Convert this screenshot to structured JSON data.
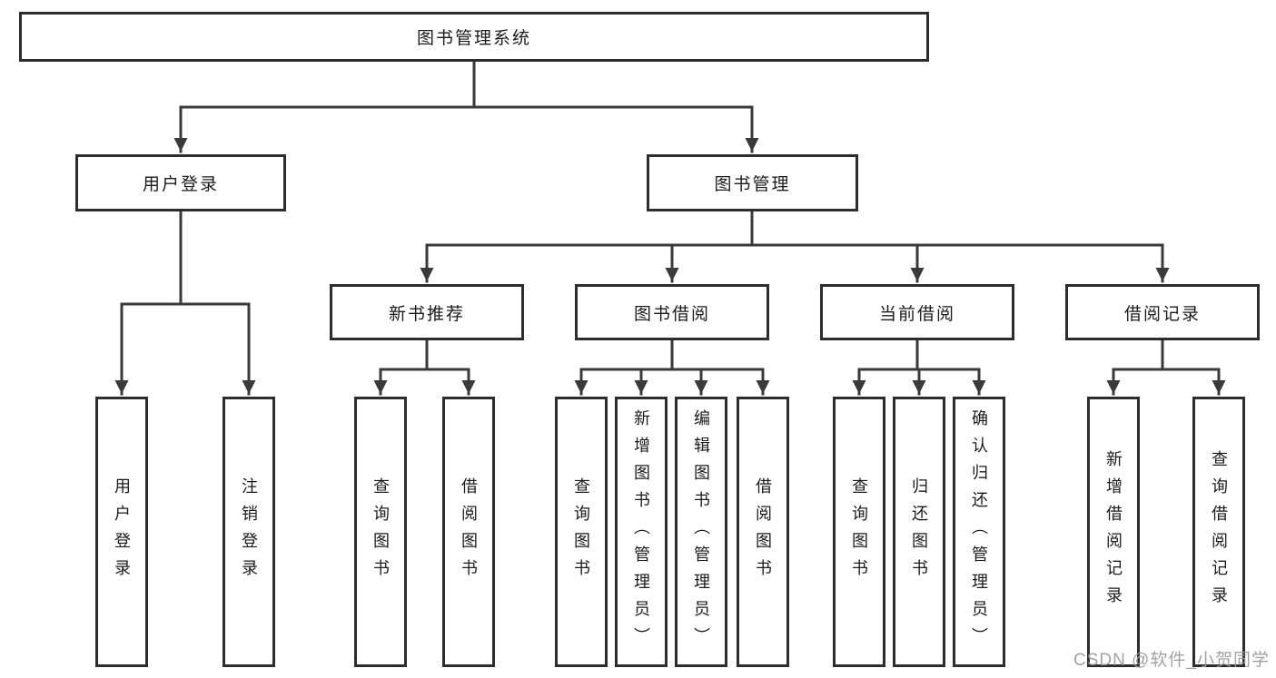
{
  "tree": {
    "root": "图书管理系统",
    "level2": [
      {
        "label": "用户登录",
        "children": [
          "用户登录",
          "注销登录"
        ]
      },
      {
        "label": "图书管理",
        "children": [
          {
            "label": "新书推荐",
            "children": [
              "查询图书",
              "借阅图书"
            ]
          },
          {
            "label": "图书借阅",
            "children": [
              "查询图书",
              "新增图书（管理员）",
              "编辑图书（管理员）",
              "借阅图书"
            ]
          },
          {
            "label": "当前借阅",
            "children": [
              "查询图书",
              "归还图书",
              "确认归还（管理员）"
            ]
          },
          {
            "label": "借阅记录",
            "children": [
              "新增借阅记录",
              "查询借阅记录"
            ]
          }
        ]
      }
    ]
  },
  "watermark": {
    "text": "CSDN @软件_小贺同学"
  },
  "colors": {
    "background": "#ffffff",
    "box_border": "#2d2d2d",
    "connector_line": "#3a3a3a",
    "text": "#1b1b1b",
    "watermark_text": "#9a9a9a"
  }
}
